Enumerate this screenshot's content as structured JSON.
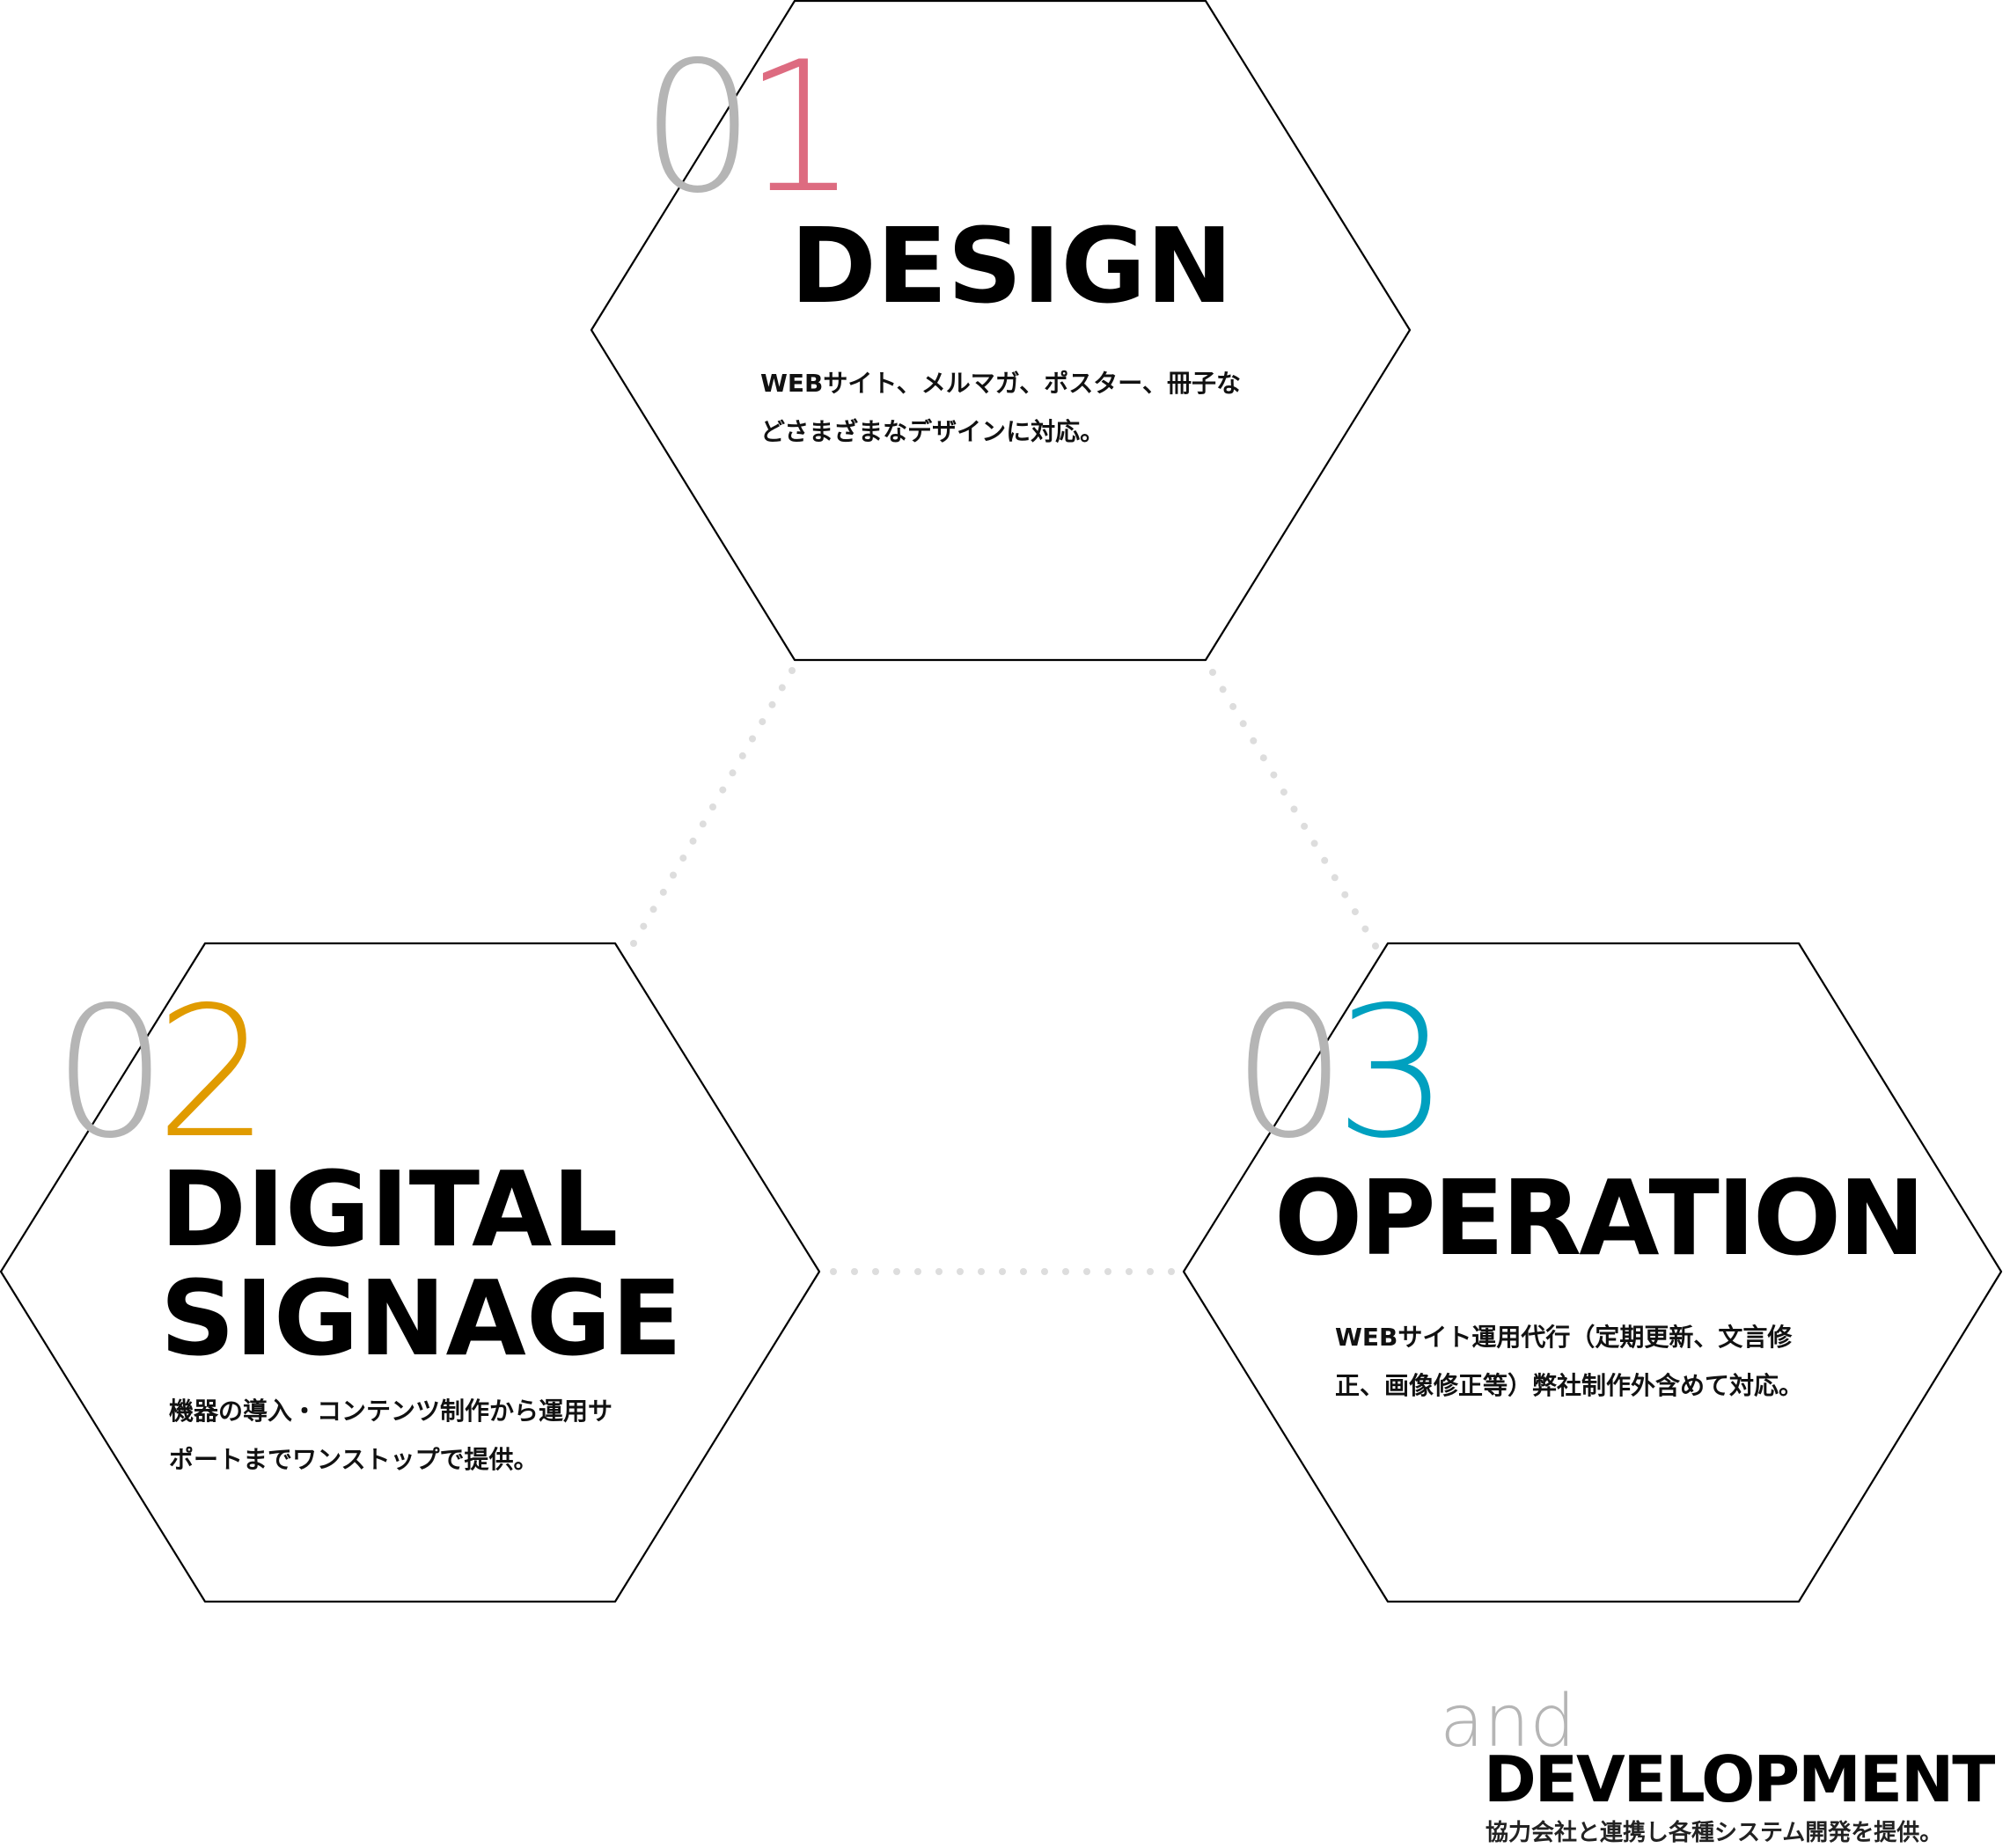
{
  "colors": {
    "background": "#ffffff",
    "hex_stroke": "#000000",
    "connector_dots": "#dddddd",
    "number_zero": "#b5b5b5",
    "design_accent": "#dd6b80",
    "signage_accent": "#e09b00",
    "operation_accent": "#00a0bf",
    "and_gray": "#b5b5b5"
  },
  "services": [
    {
      "number_zero": "0",
      "number_digit": "1",
      "accent": "#dd6b80",
      "title_lines": [
        "DESIGN"
      ],
      "description_lines": [
        "WEBサイト、メルマガ、ポスター、冊子な",
        "どさまざまなデザインに対応。"
      ]
    },
    {
      "number_zero": "0",
      "number_digit": "2",
      "accent": "#e09b00",
      "title_lines": [
        "DIGITAL",
        "SIGNAGE"
      ],
      "description_lines": [
        "機器の導入・コンテンツ制作から運用サ",
        "ポートまでワンストップで提供。"
      ]
    },
    {
      "number_zero": "0",
      "number_digit": "3",
      "accent": "#00a0bf",
      "title_lines": [
        "OPERATION"
      ],
      "description_lines": [
        "WEBサイト運用代行（定期更新、文言修",
        "正、画像修正等）弊社制作外含めて対応。"
      ]
    }
  ],
  "extra": {
    "and_label": "and",
    "title": "DEVELOPMENT",
    "description": "協力会社と連携し各種システム開発を提供。"
  },
  "connectors": {
    "style": "dotted",
    "links": [
      "DESIGN-DIGITAL SIGNAGE",
      "DESIGN-OPERATION",
      "DIGITAL SIGNAGE-OPERATION"
    ]
  }
}
